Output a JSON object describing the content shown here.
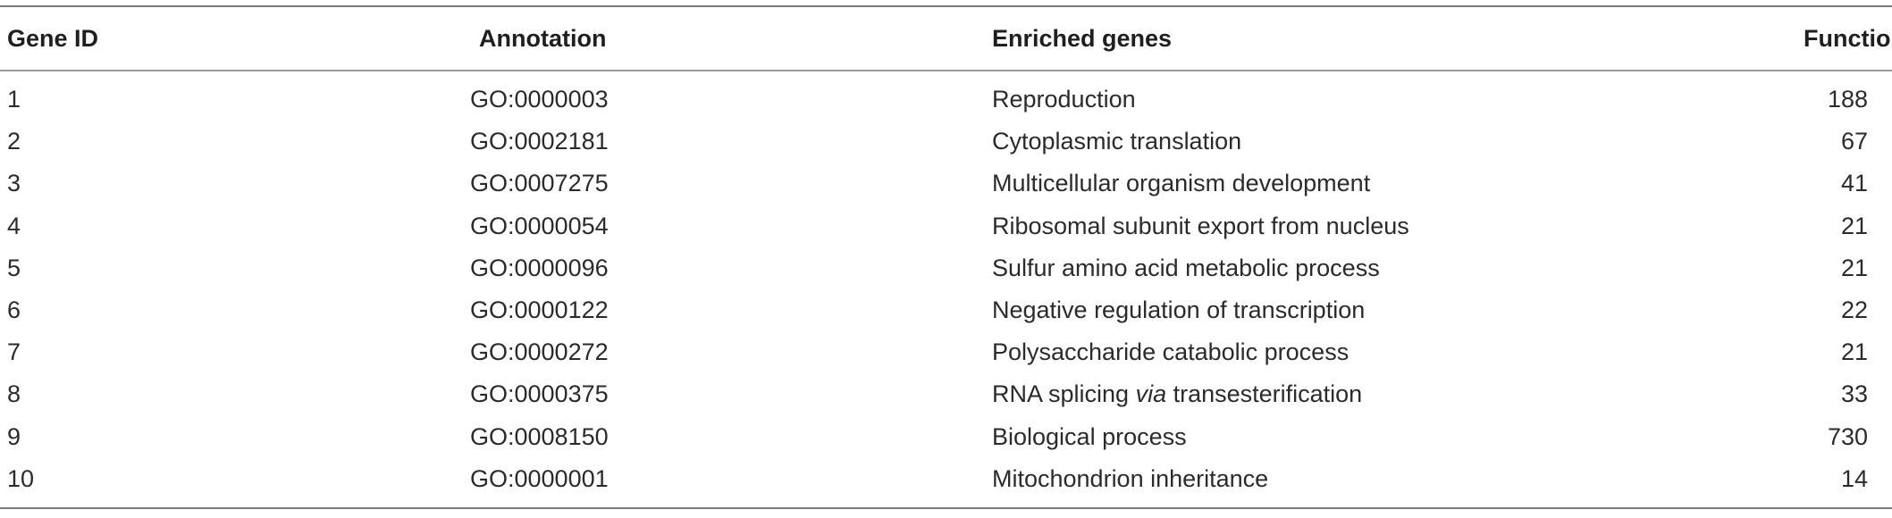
{
  "table": {
    "headers": [
      "Gene ID",
      "Annotation",
      "Enriched genes",
      "Function"
    ],
    "rows": [
      {
        "id": "1",
        "annotation": "GO:0000003",
        "enriched": "Reproduction",
        "function": "188"
      },
      {
        "id": "2",
        "annotation": "GO:0002181",
        "enriched": "Cytoplasmic translation",
        "function": "67"
      },
      {
        "id": "3",
        "annotation": "GO:0007275",
        "enriched": "Multicellular organism development",
        "function": "41"
      },
      {
        "id": "4",
        "annotation": "GO:0000054",
        "enriched": "Ribosomal subunit export from nucleus",
        "function": "21"
      },
      {
        "id": "5",
        "annotation": "GO:0000096",
        "enriched": "Sulfur amino acid metabolic process",
        "function": "21"
      },
      {
        "id": "6",
        "annotation": "GO:0000122",
        "enriched": "Negative regulation of transcription",
        "function": "22"
      },
      {
        "id": "7",
        "annotation": "GO:0000272",
        "enriched": "Polysaccharide catabolic process",
        "function": "21"
      },
      {
        "id": "8",
        "annotation": "GO:0000375",
        "enriched_parts": [
          "RNA splicing ",
          "via",
          " transesterification"
        ],
        "function": "33"
      },
      {
        "id": "9",
        "annotation": "GO:0008150",
        "enriched": "Biological process",
        "function": "730"
      },
      {
        "id": "10",
        "annotation": "GO:0000001",
        "enriched": "Mitochondrion inheritance",
        "function": "14"
      }
    ]
  }
}
